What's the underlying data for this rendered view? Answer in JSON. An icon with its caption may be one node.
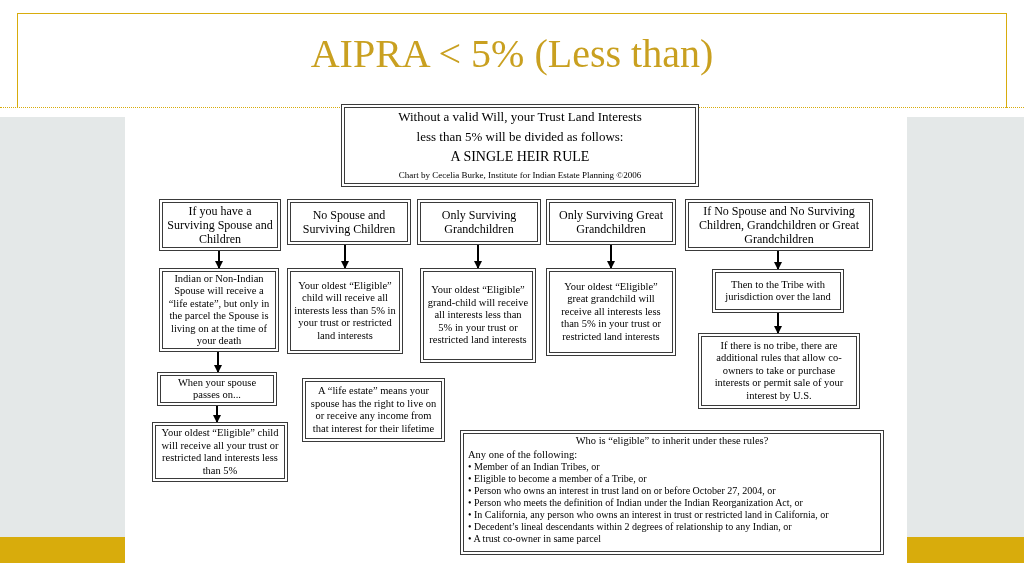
{
  "diagram": {
    "title": "AIPRA < 5% (Less than)",
    "nodes": [
      {
        "text": [
          "Without a valid Will, your Trust Land Interests",
          "less than 5% will be divided as follows:",
          "A SINGLE HEIR RULE",
          "Chart by Cecelia Burke, Institute for Indian Estate Planning ©2006"
        ]
      },
      {
        "text": [
          "If you have a Surviving Spouse and Children"
        ]
      },
      {
        "text": [
          "No Spouse and Surviving Children"
        ]
      },
      {
        "text": [
          "Only Surviving Grandchildren"
        ]
      },
      {
        "text": [
          "Only Surviving Great Grandchildren"
        ]
      },
      {
        "text": [
          "If No Spouse and No Surviving Children, Grandchildren or Great Grandchildren"
        ]
      },
      {
        "text": [
          "Indian or Non-Indian Spouse will receive a “life estate”, but only in the parcel the Spouse is living on at the time of your death"
        ]
      },
      {
        "text": [
          "Your oldest “Eligible” child will receive all interests less than 5% in your trust or restricted land interests"
        ]
      },
      {
        "text": [
          "Your oldest “Eligible” grand-child will receive all interests less than 5% in your trust or restricted land interests"
        ]
      },
      {
        "text": [
          "Your oldest “Eligible” great grandchild will receive all interests less than 5% in your trust or restricted land interests"
        ]
      },
      {
        "text": [
          "Then to the Tribe with jurisdiction over the land"
        ]
      },
      {
        "text": [
          "If there is no tribe, there are additional rules that allow co-owners to take or purchase interests or permit sale of your interest by U.S."
        ]
      },
      {
        "text": [
          "When your spouse passes on..."
        ]
      },
      {
        "text": [
          "Your oldest “Eligible” child will receive all your trust or restricted land interests less than 5%"
        ]
      },
      {
        "text": [
          "A “life estate” means your spouse has the right to live on or receive any income from that interest for their lifetime"
        ]
      },
      {
        "text": [
          "Who is “eligible” to inherit under these rules?",
          "Any one of the following:",
          "• Member of an Indian Tribes, or",
          "• Eligible to become a member of a Tribe, or",
          "• Person who owns an interest in trust land on or before October 27, 2004, or",
          "• Person who meets the definition of Indian under the Indian Reorganization Act, or",
          "• In California, any person who owns an interest in trust or restricted land in California, or",
          "• Decedent’s lineal descendants within 2 degrees of relationship to any Indian, or",
          "• A trust co-owner in same parcel"
        ]
      }
    ],
    "edges": [
      {
        "from": 1,
        "to": 6,
        "arrow": "to"
      },
      {
        "from": 6,
        "to": 12,
        "arrow": "to"
      },
      {
        "from": 12,
        "to": 13,
        "arrow": "to"
      },
      {
        "from": 2,
        "to": 7,
        "arrow": "to"
      },
      {
        "from": 3,
        "to": 8,
        "arrow": "to"
      },
      {
        "from": 4,
        "to": 9,
        "arrow": "to"
      },
      {
        "from": 5,
        "to": 10,
        "arrow": "to"
      },
      {
        "from": 10,
        "to": 11,
        "arrow": "to"
      }
    ]
  }
}
